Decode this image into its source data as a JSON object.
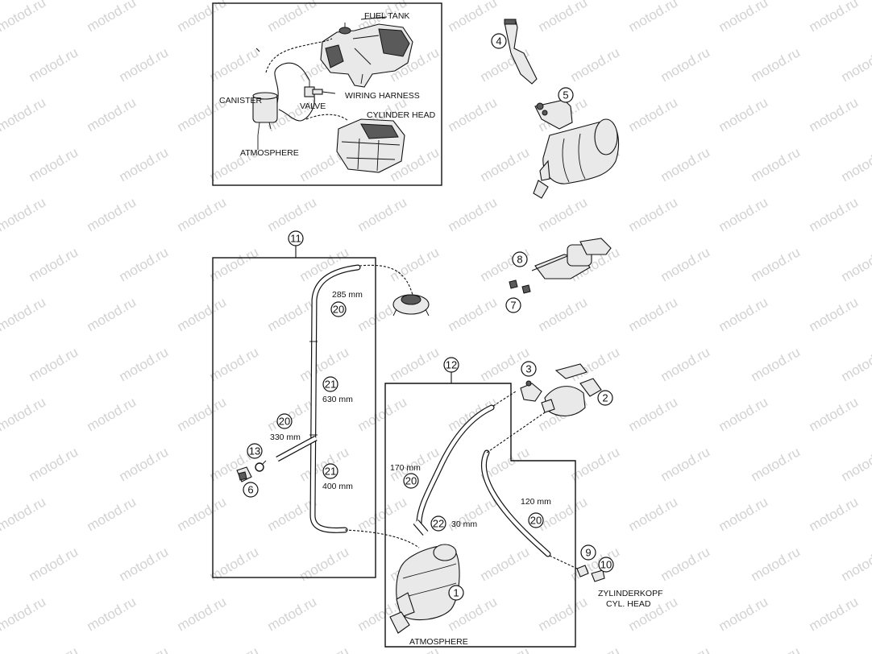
{
  "watermark": {
    "text": "motod.ru"
  },
  "inset": {
    "fuel_tank": "FUEL TANK",
    "canister": "CANISTER",
    "valve": "VALVE",
    "wiring_harness": "WIRING HARNESS",
    "cylinder_head": "CYLINDER HEAD",
    "atmosphere": "ATMOSPHERE"
  },
  "callouts": {
    "c1": "1",
    "c2": "2",
    "c3": "3",
    "c4": "4",
    "c5": "5",
    "c6": "6",
    "c7": "7",
    "c8": "8",
    "c9": "9",
    "c10": "10",
    "c11": "11",
    "c12": "12",
    "c13": "13",
    "c20a": "20",
    "c20b": "20",
    "c20c": "20",
    "c20d": "20",
    "c21a": "21",
    "c21b": "21",
    "c22": "22"
  },
  "measurements": {
    "m285": "285 mm",
    "m630": "630 mm",
    "m330": "330 mm",
    "m400": "400 mm",
    "m170": "170 mm",
    "m30": "30 mm",
    "m120": "120 mm"
  },
  "labels": {
    "zylinderkopf": "ZYLINDERKOPF",
    "cyl_head": "CYL. HEAD",
    "atmosphere": "ATMOSPHERE"
  }
}
